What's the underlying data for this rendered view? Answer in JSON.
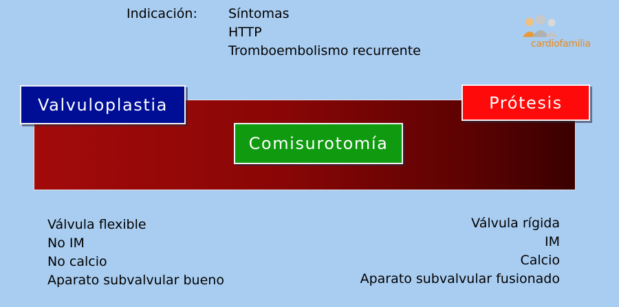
{
  "indication": {
    "label": "Indicación:",
    "items": [
      "Síntomas",
      "HTTP",
      "Tromboembolismo recurrente"
    ]
  },
  "logo": {
    "text": "cardiofamilia",
    "icon": "people-group-icon"
  },
  "options": {
    "left": "Valvuloplastia",
    "center": "Comisurotomía",
    "right": "Prótesis"
  },
  "left_criteria": [
    "Válvula flexible",
    "No IM",
    "No calcio",
    "Aparato subvalvular bueno"
  ],
  "right_criteria": [
    "Válvula rígida",
    "IM",
    "Calcio",
    "Aparato subvalvular fusionado"
  ],
  "colors": {
    "background": "#a9cdf1",
    "band_start": "#a30a0a",
    "band_end": "#3a0000",
    "valvuloplastia": "#000e96",
    "comisurotomia": "#0f9a0f",
    "protesis": "#ff0a0a",
    "logo": "#e8891a"
  }
}
